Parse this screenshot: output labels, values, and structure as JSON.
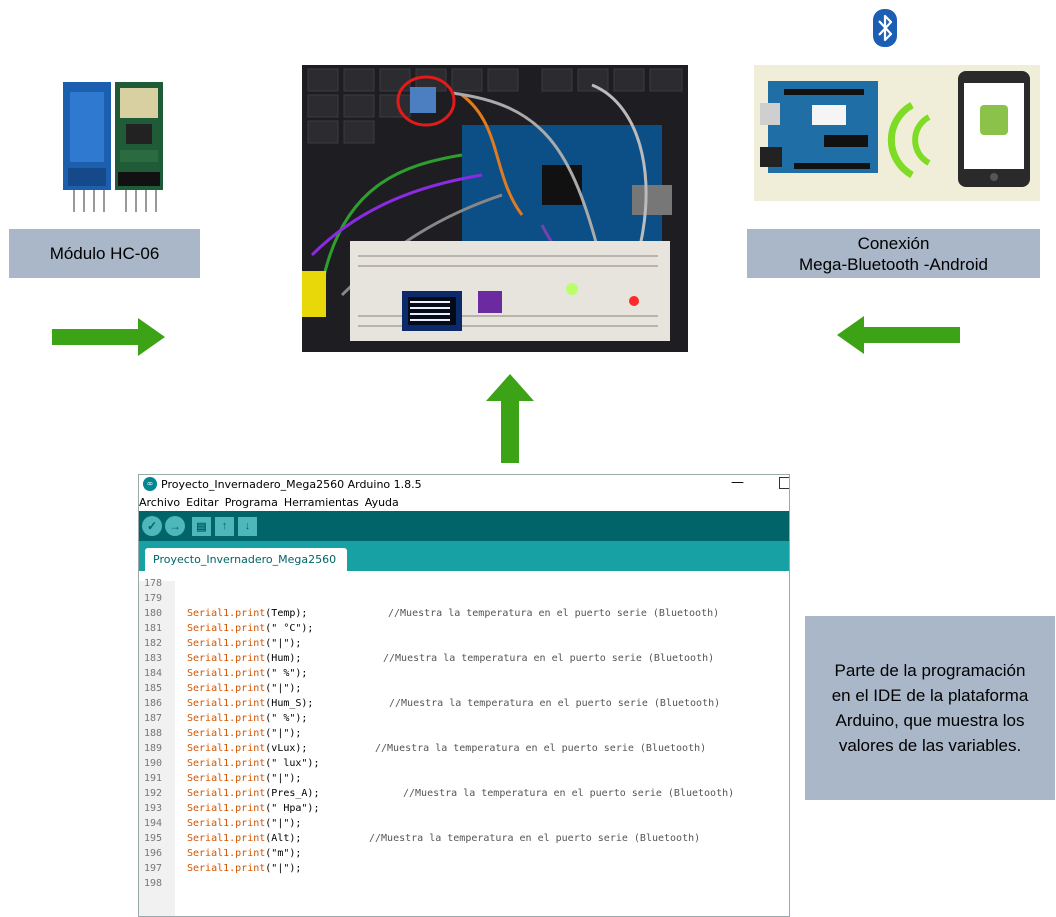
{
  "colors": {
    "arrow_green": "#3ba315",
    "label_box": "#a9b7c8",
    "ide_teal": "#006468",
    "ide_tab": "#17a1a5",
    "bluetooth_blue": "#1a5fb4"
  },
  "labels": {
    "hc06": "Módulo HC-06",
    "connection_line1": "Conexión",
    "connection_line2": "Mega-Bluetooth -Android",
    "note": "Parte de la programación en el IDE de la plataforma Arduino, que muestra los valores de las variables."
  },
  "ide": {
    "title": "Proyecto_Invernadero_Mega2560 Arduino 1.8.5",
    "menu": [
      "Archivo",
      "Editar",
      "Programa",
      "Herramientas",
      "Ayuda"
    ],
    "tab": "Proyecto_Invernadero_Mega2560",
    "lines": [
      {
        "n": "178",
        "obj": "",
        "arg": "",
        "comment": ""
      },
      {
        "n": "179",
        "obj": "",
        "arg": "",
        "comment": ""
      },
      {
        "n": "180",
        "obj": "Serial1.print",
        "arg": "(Temp);",
        "comment": "//Muestra la temperatura en el puerto serie (Bluetooth)"
      },
      {
        "n": "181",
        "obj": "Serial1.print",
        "arg": "(\" °C\");",
        "comment": ""
      },
      {
        "n": "182",
        "obj": "Serial1.print",
        "arg": "(\"|\");",
        "comment": ""
      },
      {
        "n": "183",
        "obj": "Serial1.print",
        "arg": "(Hum);",
        "comment": "//Muestra la temperatura en el puerto serie (Bluetooth)"
      },
      {
        "n": "184",
        "obj": "Serial1.print",
        "arg": "(\" %\");",
        "comment": ""
      },
      {
        "n": "185",
        "obj": "Serial1.print",
        "arg": "(\"|\");",
        "comment": ""
      },
      {
        "n": "186",
        "obj": "Serial1.print",
        "arg": "(Hum_S);",
        "comment": "//Muestra la temperatura en el puerto serie (Bluetooth)"
      },
      {
        "n": "187",
        "obj": "Serial1.print",
        "arg": "(\" %\");",
        "comment": ""
      },
      {
        "n": "188",
        "obj": "Serial1.print",
        "arg": "(\"|\");",
        "comment": ""
      },
      {
        "n": "189",
        "obj": "Serial1.print",
        "arg": "(vLux);",
        "comment": "//Muestra la temperatura en el puerto serie (Bluetooth)"
      },
      {
        "n": "190",
        "obj": "Serial1.print",
        "arg": "(\" lux\");",
        "comment": ""
      },
      {
        "n": "191",
        "obj": "Serial1.print",
        "arg": "(\"|\");",
        "comment": ""
      },
      {
        "n": "192",
        "obj": "Serial1.print",
        "arg": "(Pres_A);",
        "comment": "//Muestra la temperatura en el puerto serie (Bluetooth)"
      },
      {
        "n": "193",
        "obj": "Serial1.print",
        "arg": "(\" Hpa\");",
        "comment": ""
      },
      {
        "n": "194",
        "obj": "Serial1.print",
        "arg": "(\"|\");",
        "comment": ""
      },
      {
        "n": "195",
        "obj": "Serial1.print",
        "arg": "(Alt);",
        "comment": "//Muestra la temperatura en el puerto serie (Bluetooth)"
      },
      {
        "n": "196",
        "obj": "Serial1.print",
        "arg": "(\"m\");",
        "comment": ""
      },
      {
        "n": "197",
        "obj": "Serial1.print",
        "arg": "(\"|\");",
        "comment": ""
      },
      {
        "n": "198",
        "obj": "",
        "arg": "",
        "comment": ""
      }
    ]
  }
}
